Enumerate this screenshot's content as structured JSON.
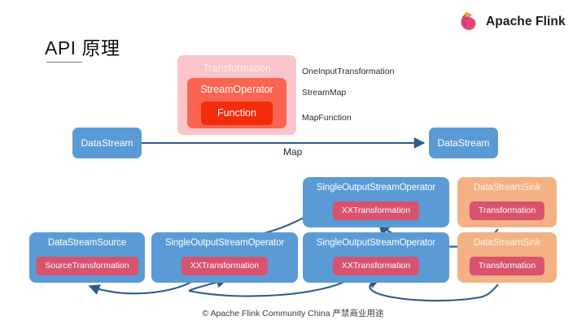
{
  "brand": {
    "name": "Apache Flink",
    "logo_icon": "flink-squirrel-logo"
  },
  "title": "API 原理",
  "top_diagram": {
    "nested_boxes": {
      "outer": "Transformation",
      "middle": "StreamOperator",
      "inner": "Function"
    },
    "annotations": [
      "OneInputTransformation",
      "StreamMap",
      "MapFunction"
    ],
    "left_node": "DataStream",
    "right_node": "DataStream",
    "edge_label": "Map"
  },
  "graph": {
    "upper_row": [
      {
        "title": "SingleOutputStreamOperator",
        "chip": "XXTransformation",
        "color": "blue"
      },
      {
        "title": "DataStreamSink",
        "chip": "Transformation",
        "color": "orange"
      }
    ],
    "lower_row": [
      {
        "title": "DataStreamSource",
        "chip": "SourceTransformation",
        "color": "blue"
      },
      {
        "title": "SingleOutputStreamOperator",
        "chip": "XXTransformation",
        "color": "blue"
      },
      {
        "title": "SingleOutputStreamOperator",
        "chip": "XXTransformation",
        "color": "blue"
      },
      {
        "title": "DataStreamSink",
        "chip": "Transformation",
        "color": "orange"
      }
    ]
  },
  "footer": "© Apache Flink Community China  严禁商业用途",
  "colors": {
    "node_blue": "#5B9BD5",
    "node_orange": "#F4B183",
    "chip_crimson": "#D9536F",
    "transformation_pink": "#F9C5CB",
    "stream_operator_salmon": "#FA6450",
    "function_red": "#F32C0C",
    "arrow_navy": "#2E5C8A"
  }
}
